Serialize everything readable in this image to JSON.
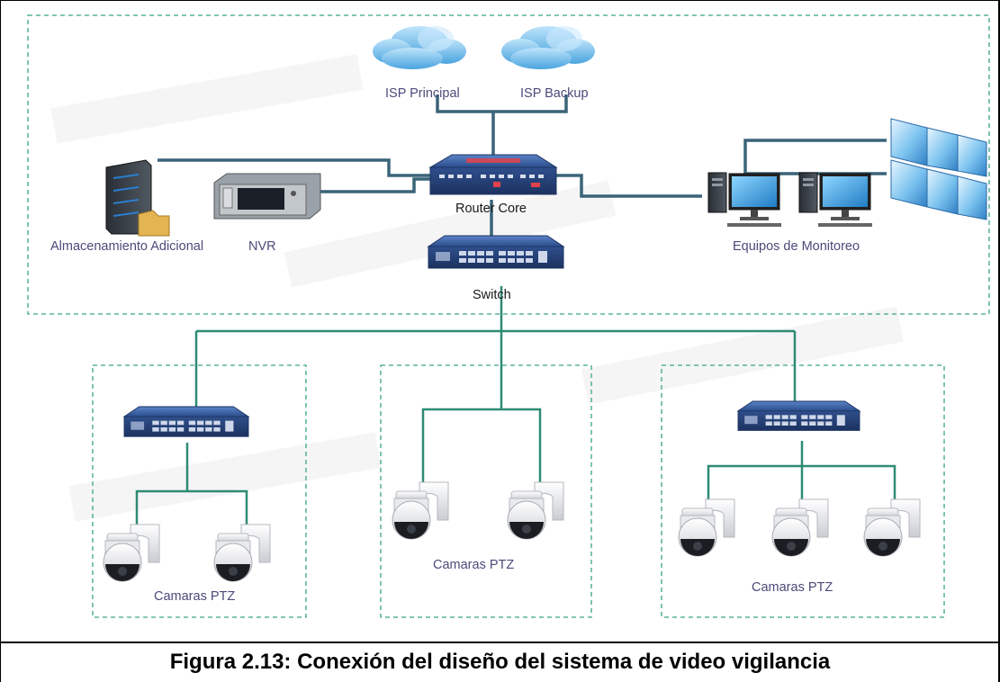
{
  "diagram": {
    "isp_principal": "ISP Principal",
    "isp_backup": "ISP Backup",
    "router_core": "Router Core",
    "switch": "Switch",
    "storage": "Almacenamiento Adicional",
    "nvr": "NVR",
    "monitoring": "Equipos de Monitoreo",
    "cameras_left": "Camaras PTZ",
    "cameras_center": "Camaras PTZ",
    "cameras_right": "Camaras PTZ"
  },
  "caption": "Figura 2.13: Conexión del diseño del sistema de video vigilancia",
  "colors": {
    "line": "#3a6478",
    "tealLine": "#2e8b73",
    "dashed": "#3aa588",
    "device": "#2c4f8e",
    "cloud": "#6ab7ea"
  }
}
